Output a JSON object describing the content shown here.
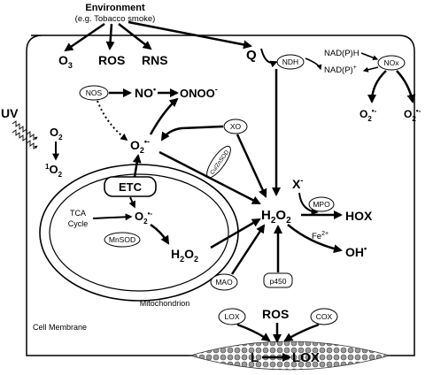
{
  "environment": {
    "title": "Environment",
    "subtitle": "(e.g. Tobacco smoke)"
  },
  "env_products": {
    "o3": "O",
    "o3_sub": "3",
    "ros": "ROS",
    "rns": "RNS",
    "q": "Q"
  },
  "uv": {
    "label": "UV",
    "o2": "O",
    "o2_sub": "2",
    "singlet_sup": "1",
    "singlet_o": "O",
    "singlet_sub": "2"
  },
  "enzymes": {
    "ndh": "NDH",
    "nox": "NOx",
    "nos": "NOS",
    "xo": "XO",
    "cuznsod": "Cu/ZnSOD",
    "mnsod": "MnSOD",
    "mpo": "MPO",
    "mao": "MAO",
    "p450": "p450",
    "lox": "LOX",
    "cox": "COX",
    "etc": "ETC"
  },
  "species": {
    "nadph": "NAD(P)H",
    "nadp": "NAD(P)",
    "nadp_sup": "+",
    "no": "NO",
    "no_sup": "•",
    "onoo": "ONOO",
    "onoo_sup": "-",
    "superoxide_o": "O",
    "superoxide_sub": "2",
    "superoxide_sup": "•-",
    "h2o2_h": "H",
    "h2o2_mid": "O",
    "h2o2_sub": "2",
    "x": "X",
    "x_sup": "-",
    "hox": "HOX",
    "fe": "Fe",
    "fe_sup": "2+",
    "oh": "OH",
    "oh_sup": "•",
    "tca1": "TCA",
    "tca2": "Cycle",
    "ros": "ROS",
    "l": "L",
    "lox_product": "LOX"
  },
  "labels": {
    "mitochondrion": "Mitochondrion",
    "cell_membrane": "Cell Membrane"
  }
}
